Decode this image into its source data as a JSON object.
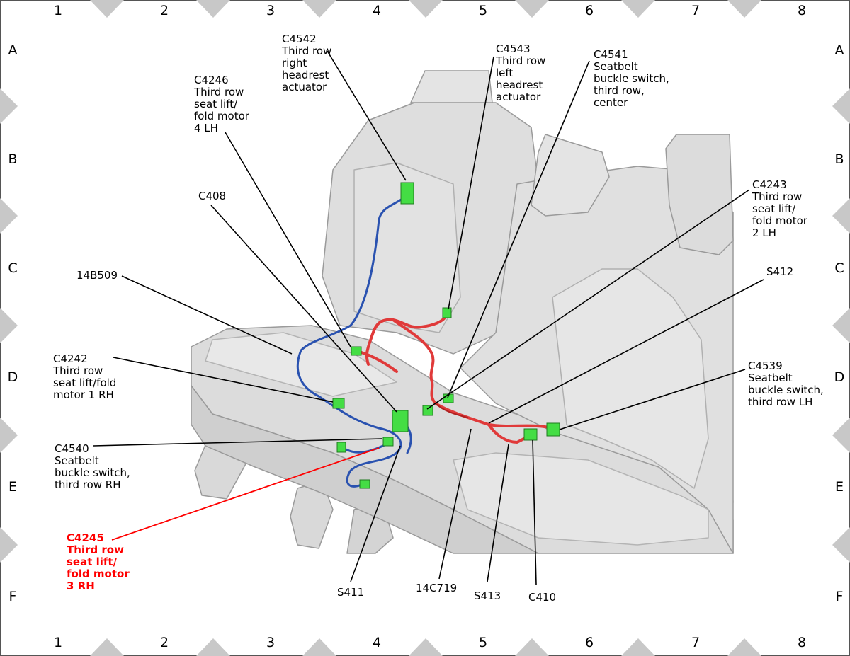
{
  "grid": {
    "columns": [
      "1",
      "2",
      "3",
      "4",
      "5",
      "6",
      "7",
      "8"
    ],
    "rows": [
      "A",
      "B",
      "C",
      "D",
      "E",
      "F"
    ]
  },
  "colors": {
    "highlight": "#ff0000",
    "connector": "#44dd44",
    "harness_red": "#e03a3a",
    "harness_blue": "#2a52b0",
    "seat": "#d8d8d8"
  },
  "labels": {
    "c4542": "C4542\nThird row\nright\nheadrest\nactuator",
    "c4543": "C4543\nThird row\nleft\nheadrest\nactuator",
    "c4541": "C4541\nSeatbelt\nbuckle switch,\nthird row,\ncenter",
    "c4246": "C4246\nThird row\nseat lift/\nfold motor\n4 LH",
    "c408": "C408",
    "c4243": "C4243\nThird row\nseat lift/\nfold motor\n2 LH",
    "s412": "S412",
    "b14b509": "14B509",
    "c4242": "C4242\nThird row\nseat lift/fold\nmotor 1 RH",
    "c4539": "C4539\nSeatbelt\nbuckle switch,\nthird row LH",
    "c4540": "C4540\nSeatbelt\nbuckle switch,\nthird row RH",
    "c4245": "C4245\nThird row\nseat lift/\nfold motor\n3 RH",
    "s411": "S411",
    "c14c719": "14C719",
    "s413": "S413",
    "c410": "C410"
  }
}
